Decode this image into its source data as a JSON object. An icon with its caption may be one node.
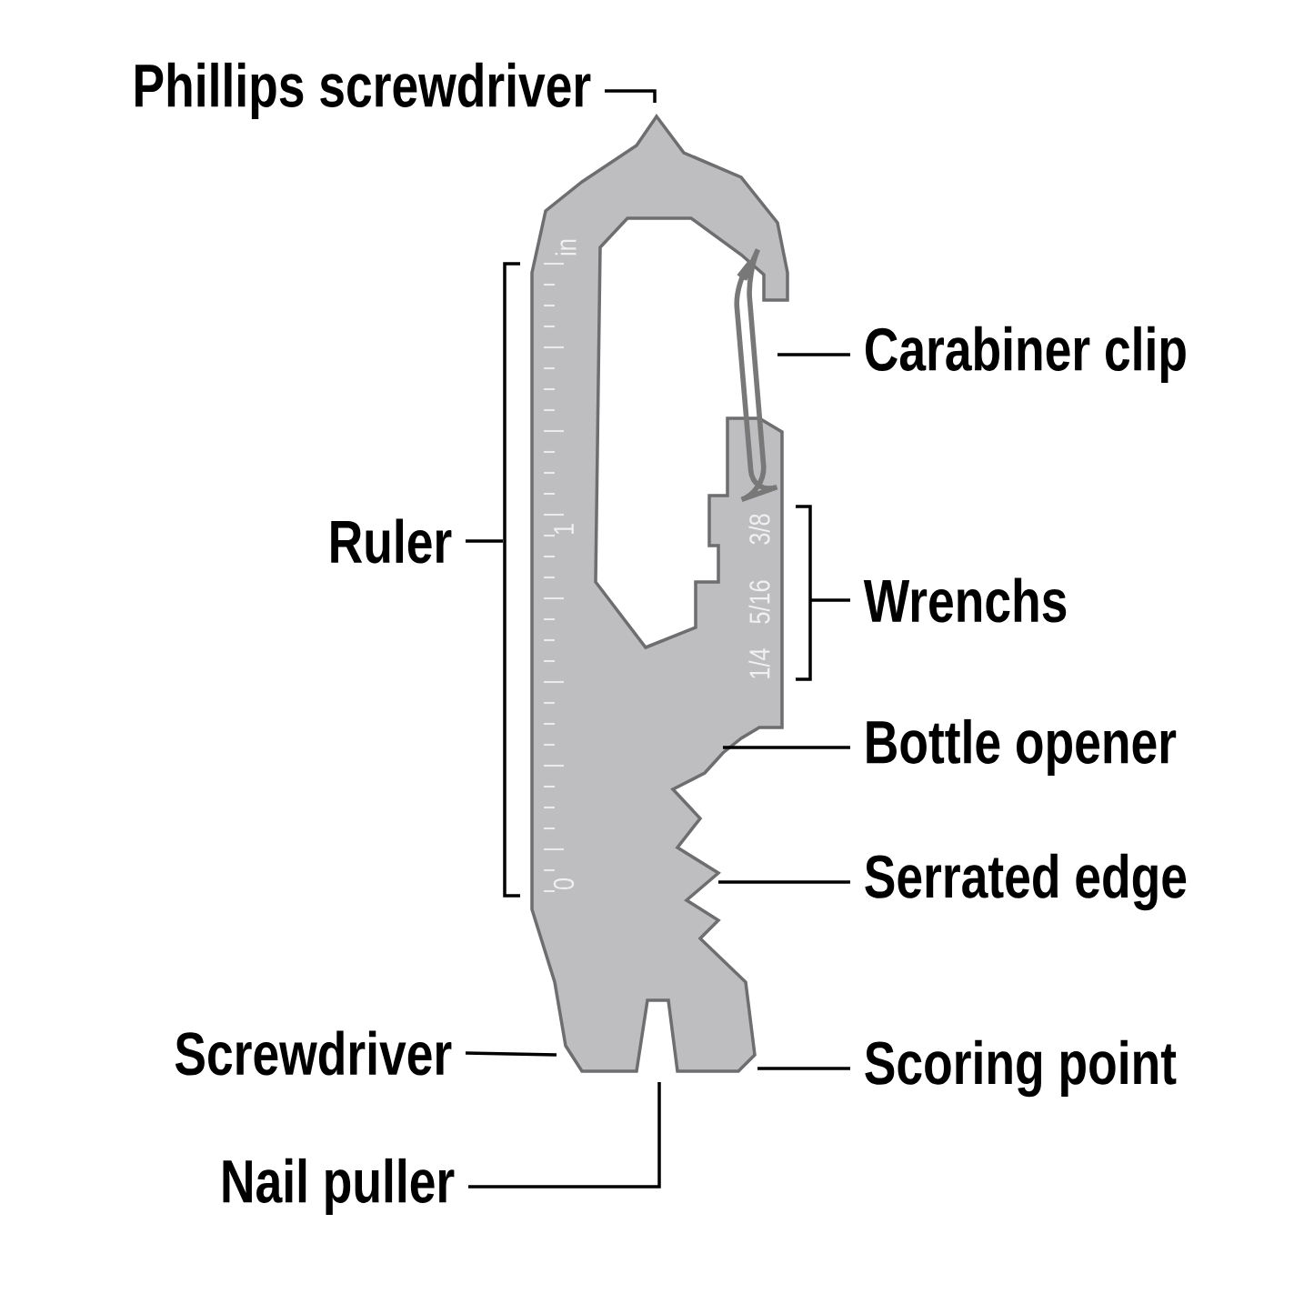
{
  "diagram": {
    "nodes": [
      {
        "text": [
          "Phillips screwdriver"
        ]
      },
      {
        "text": [
          "Carabiner clip"
        ]
      },
      {
        "text": [
          "Ruler"
        ]
      },
      {
        "text": [
          "Wrenchs"
        ]
      },
      {
        "text": [
          "Bottle opener"
        ]
      },
      {
        "text": [
          "Serrated edge"
        ]
      },
      {
        "text": [
          "Screwdriver"
        ]
      },
      {
        "text": [
          "Scoring point"
        ]
      },
      {
        "text": [
          "Nail puller"
        ]
      },
      {
        "text": [],
        "shape": "picture"
      }
    ],
    "edges": [
      {
        "from": 0,
        "to": 9,
        "arrow": "none"
      },
      {
        "from": 1,
        "to": 9,
        "arrow": "none"
      },
      {
        "from": 2,
        "to": 9,
        "arrow": "none"
      },
      {
        "from": 3,
        "to": 9,
        "arrow": "none"
      },
      {
        "from": 4,
        "to": 9,
        "arrow": "none"
      },
      {
        "from": 5,
        "to": 9,
        "arrow": "none"
      },
      {
        "from": 6,
        "to": 9,
        "arrow": "none"
      },
      {
        "from": 7,
        "to": 9,
        "arrow": "none"
      },
      {
        "from": 8,
        "to": 9,
        "arrow": "none"
      }
    ],
    "labels": [
      "in",
      "1",
      "3/8",
      "5/16",
      "1/4",
      "0"
    ]
  }
}
